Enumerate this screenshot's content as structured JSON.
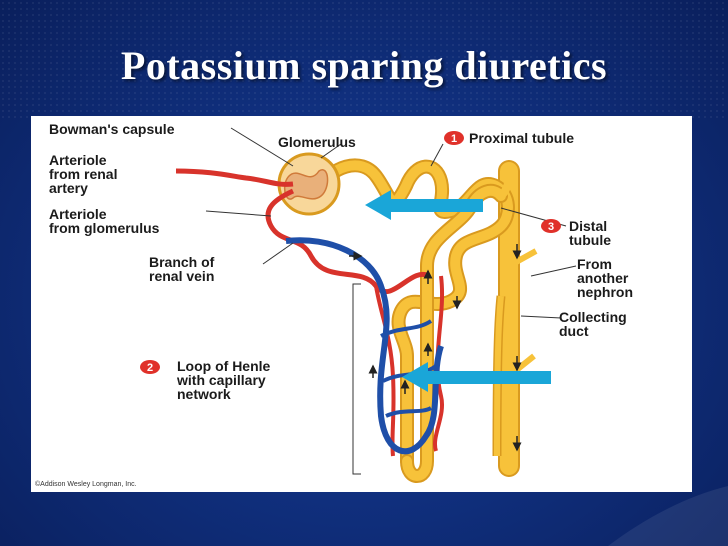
{
  "slide": {
    "title": "Potassium sparing diuretics"
  },
  "diagram": {
    "labels": {
      "bowmans_capsule": "Bowman's capsule",
      "glomerulus": "Glomerulus",
      "arteriole_from_renal_l1": "Arteriole",
      "arteriole_from_renal_l2": "from renal",
      "arteriole_from_renal_l3": "artery",
      "arteriole_from_glom_l1": "Arteriole",
      "arteriole_from_glom_l2": "from glomerulus",
      "branch_renal_vein_l1": "Branch of",
      "branch_renal_vein_l2": "renal vein",
      "proximal_tubule": "Proximal tubule",
      "distal_tubule_l1": "Distal",
      "distal_tubule_l2": "tubule",
      "another_nephron_l1": "From",
      "another_nephron_l2": "another",
      "another_nephron_l3": "nephron",
      "collecting_duct_l1": "Collecting",
      "collecting_duct_l2": "duct",
      "loop_henle_l1": "Loop of Henle",
      "loop_henle_l2": "with capillary",
      "loop_henle_l3": "network",
      "copyright": "©Addison Wesley Longman, Inc."
    },
    "badges": {
      "one": "1",
      "two": "2",
      "three": "3"
    },
    "colors": {
      "badge": "#e0312a",
      "tubule": "#f7c23a",
      "tubule_edge": "#d99a1f",
      "artery": "#d8332b",
      "vein": "#1f4fa8",
      "highlight_arrow": "#1aa6d8"
    }
  }
}
